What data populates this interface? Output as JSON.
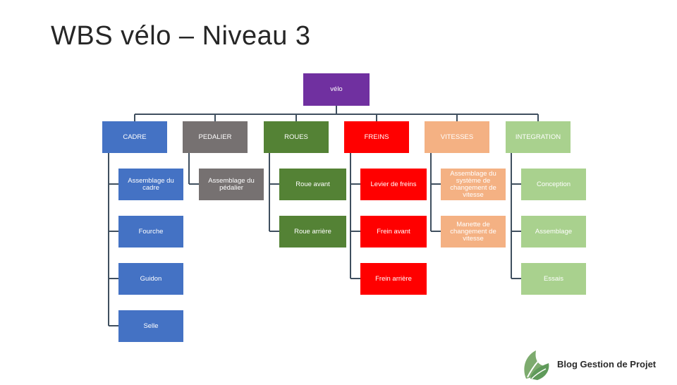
{
  "title": "WBS vélo – Niveau 3",
  "root": "vélo",
  "columns": [
    {
      "label": "CADRE",
      "items": [
        "Assemblage du cadre",
        "Fourche",
        "Guidon",
        "Selle"
      ]
    },
    {
      "label": "PEDALIER",
      "items": [
        "Assemblage du pédalier"
      ]
    },
    {
      "label": "ROUES",
      "items": [
        "Roue avant",
        "Roue arrière"
      ]
    },
    {
      "label": "FREINS",
      "items": [
        "Levier de freins",
        "Frein avant",
        "Frein arrière"
      ]
    },
    {
      "label": "VITESSES",
      "items": [
        "Assemblage du système de changement de vitesse",
        "Manette de changement de vitesse"
      ]
    },
    {
      "label": "INTEGRATION",
      "items": [
        "Conception",
        "Assemblage",
        "Essais"
      ]
    }
  ],
  "logo": {
    "text": "Blog Gestion de Projet",
    "icon": "leaf-logo-icon"
  },
  "colors": {
    "root": "#7030a0",
    "cadre": "#4472c4",
    "pedalier": "#767171",
    "roues": "#548235",
    "freins": "#ff0000",
    "vitesses": "#f4b183",
    "integration": "#a9d18e",
    "connector": "#3f4f5f"
  }
}
